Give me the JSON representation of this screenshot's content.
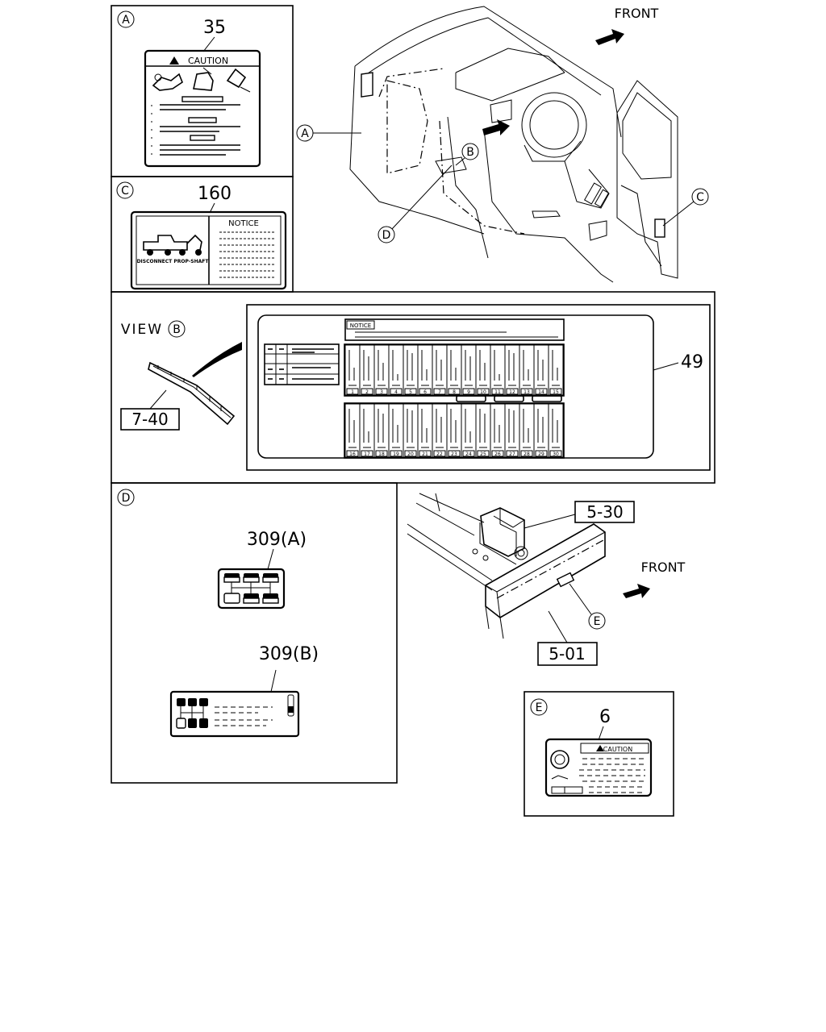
{
  "panels": {
    "A": {
      "callout": "A",
      "part": "35",
      "label_title": "CAUTION"
    },
    "C": {
      "callout": "C",
      "part": "160",
      "label_title": "NOTICE",
      "label_caption": "DISCONNECT PROP-SHAFT"
    },
    "B": {
      "view_text": "VIEW",
      "callout": "B",
      "part_label": "49",
      "part_box": "7-40",
      "label_title": "NOTICE",
      "top_numbers": [
        "1",
        "2",
        "3",
        "4",
        "5",
        "6",
        "7",
        "8",
        "9",
        "10",
        "11",
        "12",
        "13",
        "14",
        "15"
      ],
      "bottom_numbers": [
        "16",
        "17",
        "18",
        "19",
        "20",
        "21",
        "22",
        "23",
        "24",
        "25",
        "26",
        "27",
        "28",
        "29",
        "30"
      ]
    },
    "D": {
      "callout": "D",
      "part_a": "309(A)",
      "part_b": "309(B)"
    },
    "E": {
      "callout": "E",
      "part": "6",
      "label_title": "CAUTION"
    }
  },
  "cab": {
    "front": "FRONT",
    "callouts": [
      "A",
      "B",
      "C",
      "D"
    ]
  },
  "frame": {
    "front": "FRONT",
    "part_upper": "5-30",
    "part_lower": "5-01",
    "callout": "E"
  }
}
